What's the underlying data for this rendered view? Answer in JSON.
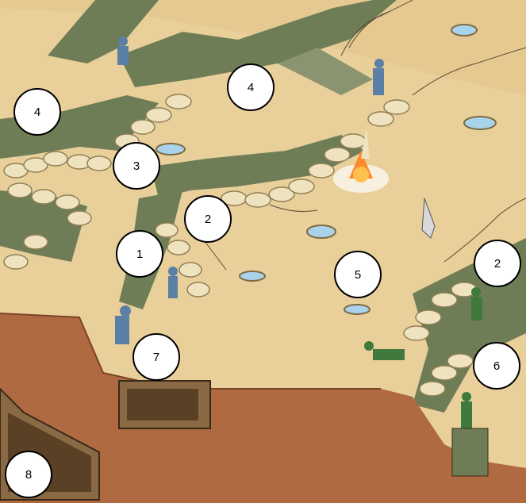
{
  "title": "",
  "colors": {
    "ground": "#e9cf9a",
    "ground_shadow": "#d9b97e",
    "trench_wall": "#6f7d57",
    "trench_floor": "#8a9470",
    "sandbag": "#efe3bf",
    "sandbag_outline": "#8f7f55",
    "earth_section": "#b06a42",
    "water": "#a9d3ea",
    "french_soldier": "#5c7fa6",
    "german_soldier": "#3f7a3c",
    "explosion": "#ff8a2a",
    "marker_fill": "#ffffff",
    "marker_outline": "#000000"
  },
  "markers": [
    {
      "id": "m1",
      "label": "1"
    },
    {
      "id": "m2a",
      "label": "2"
    },
    {
      "id": "m2b",
      "label": "2"
    },
    {
      "id": "m3",
      "label": "3"
    },
    {
      "id": "m4a",
      "label": "4"
    },
    {
      "id": "m4b",
      "label": "4"
    },
    {
      "id": "m5",
      "label": "5"
    },
    {
      "id": "m6",
      "label": "6"
    },
    {
      "id": "m7",
      "label": "7"
    },
    {
      "id": "m8",
      "label": "8"
    }
  ],
  "illustration": {
    "elements": [
      "trench-network",
      "sandbag-parapets",
      "barbed-wire",
      "shell-craters",
      "explosion",
      "soldiers",
      "dugouts",
      "artillery-shell"
    ]
  }
}
